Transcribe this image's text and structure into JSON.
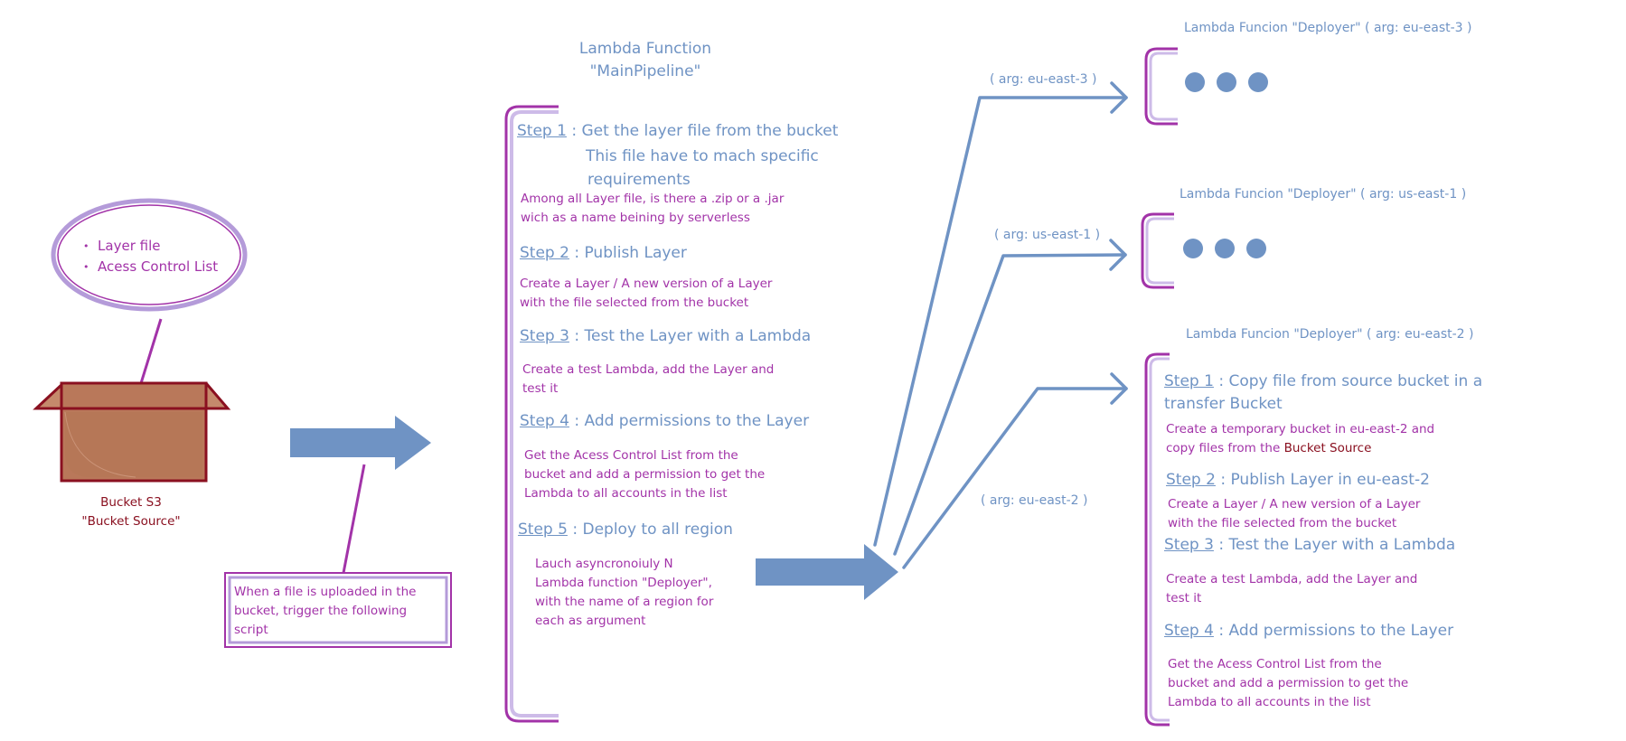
{
  "colors": {
    "blue": "#6f93c4",
    "magenta": "#a233a8",
    "dark_red": "#8a1020",
    "bucket_fill": "#b9785a",
    "bubble_border": "#b49bd9"
  },
  "bubble": {
    "items": [
      "Layer file",
      "Acess Control List"
    ]
  },
  "bucket": {
    "line1": "Bucket S3",
    "line2": "\"Bucket Source\""
  },
  "trigger": {
    "lines": [
      "When a file is uploaded in the",
      "bucket, trigger the following",
      "script"
    ]
  },
  "main": {
    "title1": "Lambda Function",
    "title2": "\"MainPipeline\"",
    "steps": [
      {
        "label": "Step 1",
        "sep": " : ",
        "title": "Get the layer file from the bucket",
        "title_extra": [
          "This file have to mach specific",
          "requirements"
        ],
        "desc": [
          "Among all Layer file, is there a .zip or a .jar",
          "wich as a name beining by serverless"
        ]
      },
      {
        "label": "Step 2",
        "sep": " : ",
        "title": "Publish Layer",
        "desc": [
          "Create a Layer / A new version of a Layer",
          "with the file selected from the bucket"
        ]
      },
      {
        "label": "Step 3",
        "sep": " : ",
        "title": "Test the Layer with a Lambda",
        "desc": [
          "Create a test Lambda, add the Layer and",
          "test it"
        ]
      },
      {
        "label": "Step 4",
        "sep": " : ",
        "title": "Add permissions to the Layer",
        "desc": [
          "Get the Acess Control List from the",
          "bucket and add a permission to get the",
          "Lambda to all accounts in the list"
        ]
      },
      {
        "label": "Step 5",
        "sep": " : ",
        "title": "Deploy to all region",
        "desc": [
          "Lauch asyncronoiuly N",
          "Lambda function \"Deployer\",",
          "with the name of a region for",
          "each as argument"
        ]
      }
    ]
  },
  "args": {
    "east3": "( arg: eu-east-3 )",
    "useast1": "( arg: us-east-1 )",
    "east2": "( arg: eu-east-2 )"
  },
  "deployers": {
    "east3": {
      "title": "Lambda Funcion \"Deployer\" ( arg: eu-east-3 )"
    },
    "useast1": {
      "title": "Lambda Funcion \"Deployer\" ( arg: us-east-1 )"
    },
    "east2": {
      "title": "Lambda Funcion \"Deployer\" ( arg: eu-east-2 )",
      "steps": [
        {
          "label": "Step 1",
          "sep": " : ",
          "title": "Copy file from source bucket in a",
          "title2": "transfer Bucket",
          "desc1": "Create a temporary bucket in eu-east-2 and",
          "desc2_pre": "copy files from the ",
          "desc2_em": "Bucket Source"
        },
        {
          "label": "Step 2",
          "sep": " :  ",
          "title": "Publish Layer in eu-east-2",
          "desc": [
            "Create a Layer / A new version of a Layer",
            "with the file selected from the bucket"
          ]
        },
        {
          "label": "Step 3",
          "sep": " : ",
          "title": "Test the Layer with a Lambda",
          "desc": [
            "Create a test Lambda, add the Layer and",
            "test it"
          ]
        },
        {
          "label": "Step 4",
          "sep": " : ",
          "title": "Add permissions to the Layer",
          "desc": [
            "Get the Acess Control List from the",
            "bucket and add a permission to get the",
            "Lambda to all accounts in the list"
          ]
        }
      ]
    }
  }
}
